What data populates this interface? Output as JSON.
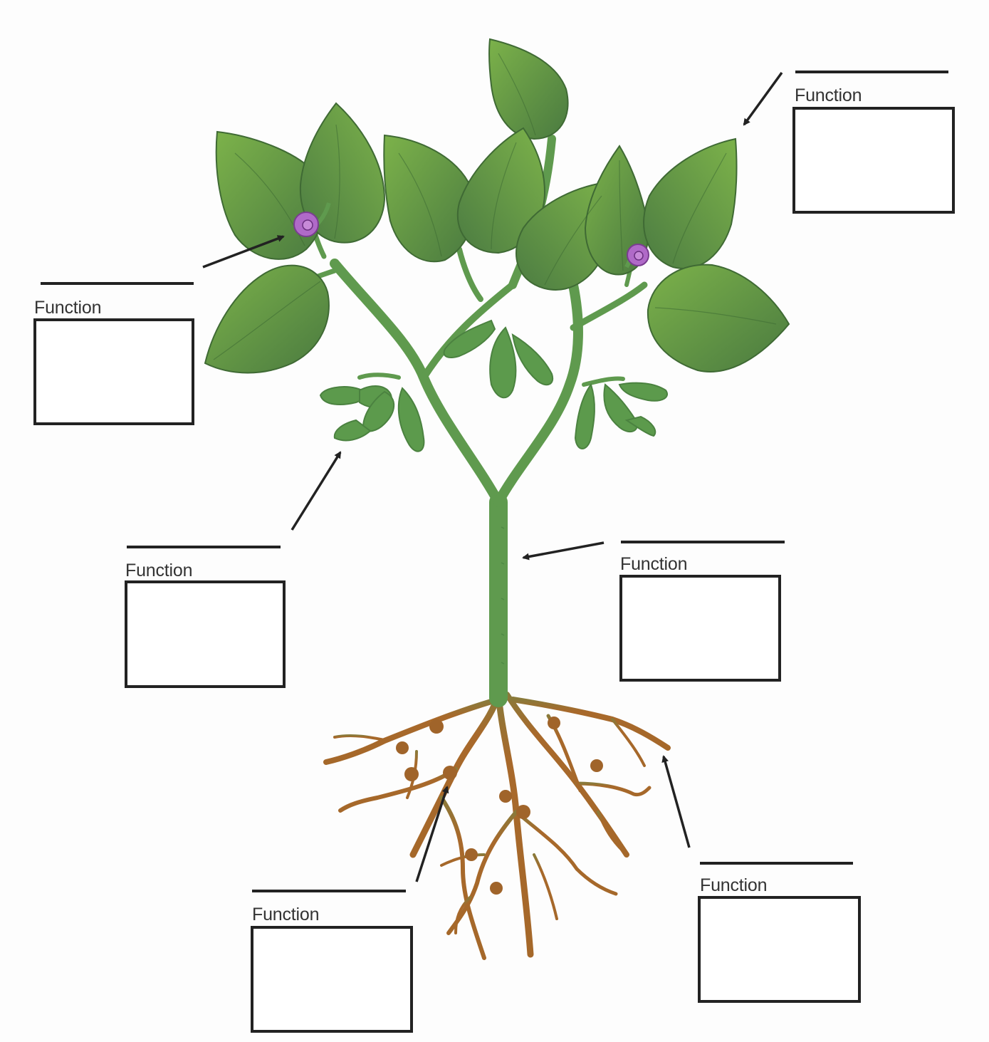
{
  "labels": [
    {
      "id": "leaf",
      "title": "Function",
      "name_value": "",
      "function_value": ""
    },
    {
      "id": "flower",
      "title": "Function",
      "name_value": "",
      "function_value": ""
    },
    {
      "id": "fruit",
      "title": "Function",
      "name_value": "",
      "function_value": ""
    },
    {
      "id": "stem",
      "title": "Function",
      "name_value": "",
      "function_value": ""
    },
    {
      "id": "root-nodule",
      "title": "Function",
      "name_value": "",
      "function_value": ""
    },
    {
      "id": "root",
      "title": "Function",
      "name_value": "",
      "function_value": ""
    }
  ],
  "colors": {
    "leaf_dark": "#4a7a3c",
    "leaf_light": "#7bb04a",
    "stem": "#5f9a4e",
    "root": "#a5682a",
    "flower": "#b06ac8",
    "ink": "#222222"
  }
}
